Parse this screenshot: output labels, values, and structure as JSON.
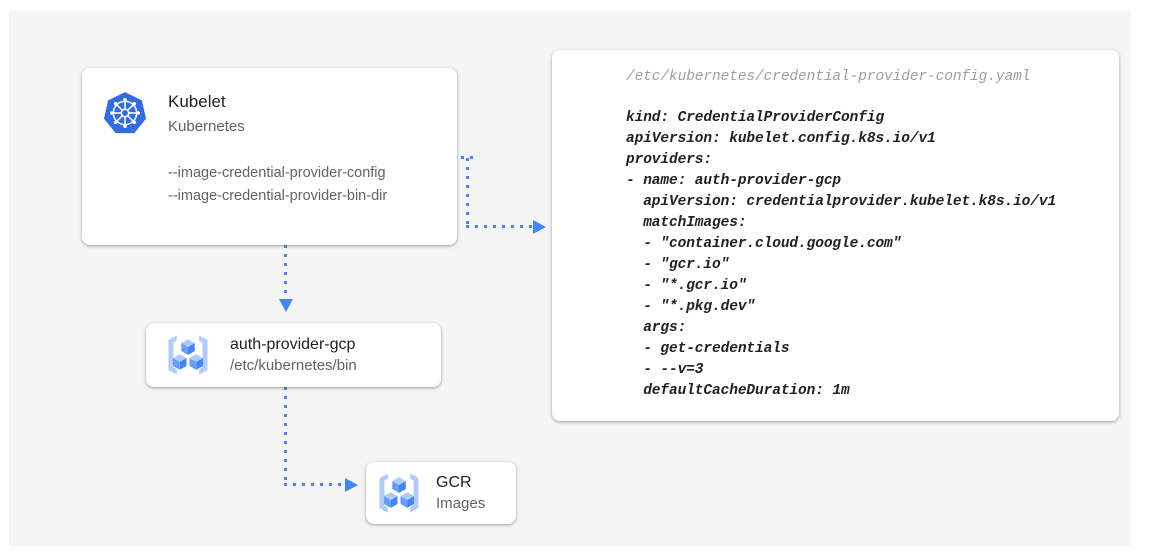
{
  "canvas": {
    "background": "#f5f5f5",
    "page_background": "#ffffff",
    "accent": "#4285f4"
  },
  "cards": {
    "kubelet": {
      "icon": "kubernetes-logo-icon",
      "title": "Kubelet",
      "subtitle": "Kubernetes",
      "flags": [
        "--image-credential-provider-config",
        "--image-credential-provider-bin-dir"
      ]
    },
    "auth_provider": {
      "icon": "gcp-container-registry-icon",
      "title": "auth-provider-gcp",
      "subtitle": "/etc/kubernetes/bin"
    },
    "gcr": {
      "icon": "gcp-container-registry-icon",
      "title": "GCR",
      "subtitle": "Images"
    },
    "yaml": {
      "path": "/etc/kubernetes/credential-provider-config.yaml",
      "lines": [
        "kind: CredentialProviderConfig",
        "apiVersion: kubelet.config.k8s.io/v1",
        "providers:",
        "- name: auth-provider-gcp",
        "  apiVersion: credentialprovider.kubelet.k8s.io/v1",
        "  matchImages:",
        "  - \"container.cloud.google.com\"",
        "  - \"gcr.io\"",
        "  - \"*.gcr.io\"",
        "  - \"*.pkg.dev\"",
        "  args:",
        "  - get-credentials",
        "  - --v=3",
        "  defaultCacheDuration: 1m"
      ]
    }
  },
  "connectors": [
    {
      "name": "kubelet-to-yaml",
      "from": "kubelet",
      "to": "yaml",
      "style": "dotted",
      "arrow": "right"
    },
    {
      "name": "kubelet-to-auth-provider",
      "from": "kubelet",
      "to": "auth_provider",
      "style": "dotted",
      "arrow": "down"
    },
    {
      "name": "auth-provider-to-gcr",
      "from": "auth_provider",
      "to": "gcr",
      "style": "dotted",
      "arrow": "right"
    }
  ]
}
